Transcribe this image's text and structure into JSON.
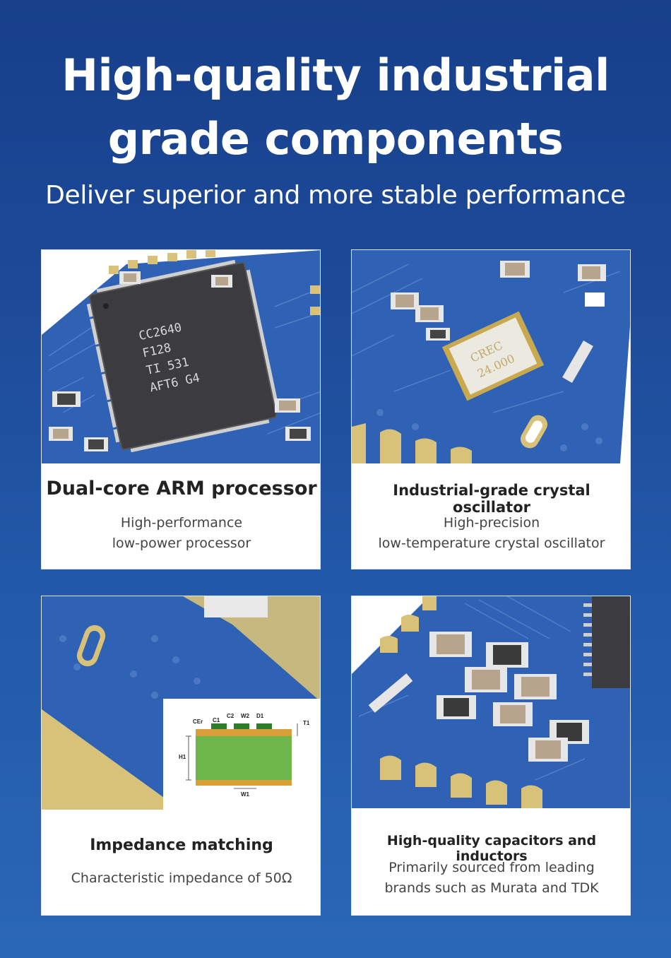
{
  "header": {
    "title_line1": "High-quality industrial",
    "title_line2": "grade components",
    "subtitle": "Deliver superior and more stable performance"
  },
  "cards": [
    {
      "title": "Dual-core ARM processor",
      "desc_line1": "High-performance",
      "desc_line2": "low-power processor",
      "chip_marking": [
        "CC2640",
        "F128",
        "TI 531",
        "AFT6 G4"
      ]
    },
    {
      "title": "Industrial-grade crystal oscillator",
      "desc_line1": "High-precision",
      "desc_line2": "low-temperature crystal oscillator",
      "crystal_marking": [
        "CREC",
        "24.000"
      ]
    },
    {
      "title": "Impedance matching",
      "desc_line1": "Characteristic impedance of 50Ω",
      "diagram_labels": [
        "CEr",
        "C1",
        "C2",
        "W2",
        "D1",
        "T1",
        "H1",
        "W1"
      ]
    },
    {
      "title": "High-quality capacitors and inductors",
      "desc_line1": "Primarily sourced from leading",
      "desc_line2": "brands such as Murata and TDK"
    }
  ],
  "colors": {
    "background_top": "#173f8a",
    "background_bottom": "#2a67b6",
    "pcb_blue": "#2f62b4",
    "gold": "#d8c27a",
    "card_bg": "#ffffff"
  }
}
